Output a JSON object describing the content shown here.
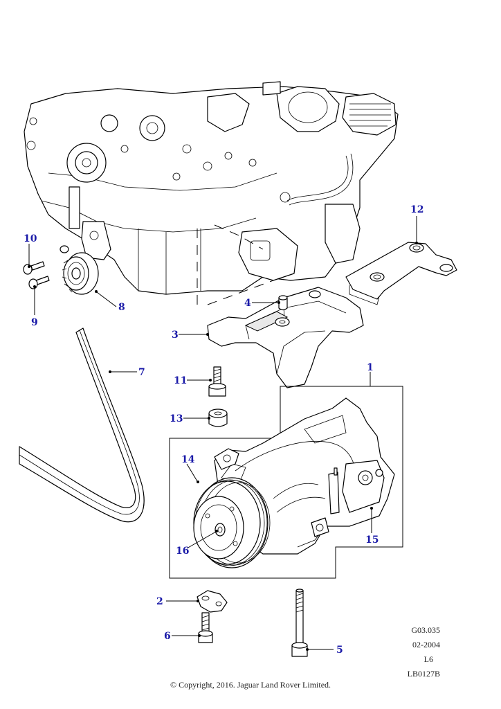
{
  "diagram": {
    "callouts": [
      {
        "id": "1",
        "label": "1"
      },
      {
        "id": "2",
        "label": "2"
      },
      {
        "id": "3",
        "label": "3"
      },
      {
        "id": "4",
        "label": "4"
      },
      {
        "id": "5",
        "label": "5"
      },
      {
        "id": "6",
        "label": "6"
      },
      {
        "id": "7",
        "label": "7"
      },
      {
        "id": "8",
        "label": "8"
      },
      {
        "id": "9",
        "label": "9"
      },
      {
        "id": "10",
        "label": "10"
      },
      {
        "id": "11",
        "label": "11"
      },
      {
        "id": "12",
        "label": "12"
      },
      {
        "id": "13",
        "label": "13"
      },
      {
        "id": "14",
        "label": "14"
      },
      {
        "id": "15",
        "label": "15"
      },
      {
        "id": "16",
        "label": "16"
      }
    ],
    "reference": {
      "code": "G03.035",
      "date": "02-2004",
      "variant": "L6",
      "drawing": "LB0127B"
    },
    "copyright": "© Copyright, 2016. Jaguar Land Rover Limited.",
    "colors": {
      "callout": "#1a1aa8",
      "line": "#000000"
    }
  }
}
